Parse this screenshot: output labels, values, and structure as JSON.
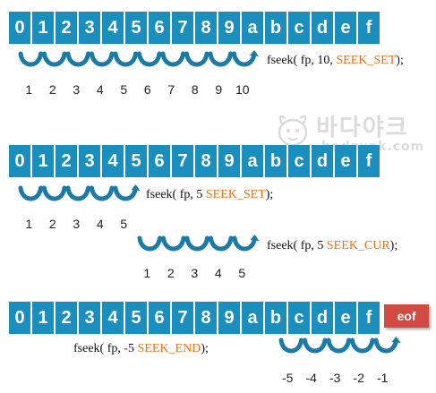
{
  "cells": [
    "0",
    "1",
    "2",
    "3",
    "4",
    "5",
    "6",
    "7",
    "8",
    "9",
    "a",
    "b",
    "c",
    "d",
    "e",
    "f"
  ],
  "eof_label": "eof",
  "watermark": {
    "title": "바다야크",
    "url": "badayak.com"
  },
  "examples": {
    "set10": {
      "call": {
        "fn": "fseek( fp, 10, ",
        "origin": "SEEK_SET",
        "end": ");"
      },
      "steps": [
        "1",
        "2",
        "3",
        "4",
        "5",
        "6",
        "7",
        "8",
        "9",
        "10"
      ]
    },
    "set5": {
      "call": {
        "fn": "fseek( fp, 5 ",
        "origin": "SEEK_SET",
        "end": ");"
      },
      "steps": [
        "1",
        "2",
        "3",
        "4",
        "5"
      ]
    },
    "cur5": {
      "call": {
        "fn": "fseek( fp, 5 ",
        "origin": "SEEK_CUR",
        "end": ");"
      },
      "steps": [
        "1",
        "2",
        "3",
        "4",
        "5"
      ]
    },
    "end5": {
      "call": {
        "fn": "fseek( fp, ",
        "sign": "-",
        "fn2": "5 ",
        "origin": "SEEK_END",
        "end": ");"
      },
      "steps": [
        "-5",
        "-4",
        "-3",
        "-2",
        "-1"
      ]
    }
  },
  "colors": {
    "cell": "#1a8fbd",
    "arc": "#1b7aa6",
    "keyword": "#e8731b",
    "eof": "#d34a43",
    "minus": "#d22b2b"
  }
}
